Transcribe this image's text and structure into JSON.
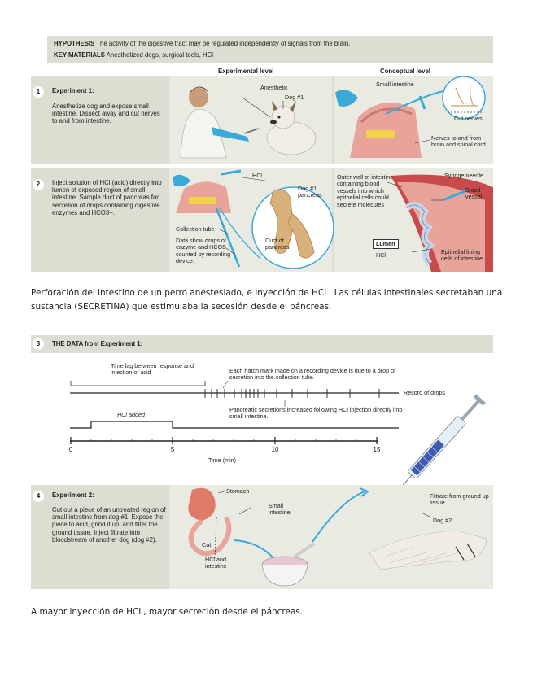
{
  "header": {
    "hypothesis_label": "HYPOTHESIS",
    "hypothesis_text": "The activity of the digestive tract may be regulated independently of signals from the brain.",
    "materials_label": "KEY MATERIALS",
    "materials_text": "Anesthetized dogs, surgical tools, HCl",
    "col_experimental": "Experimental level",
    "col_conceptual": "Conceptual level"
  },
  "step1": {
    "number": "1",
    "title": "Experiment 1:",
    "text": "Anesthetize dog and expose small intestine. Dissect away and cut nerves to and from intestine.",
    "labels": {
      "anesthetic": "Anesthetic",
      "dog1": "Dog #1",
      "small_intestine": "Small intestine",
      "cut_nerves": "Cut nerves",
      "nerves": "Nerves to and from brain and spinal cord"
    }
  },
  "step2": {
    "number": "2",
    "text": "Inject solution of HCl (acid) directly into lumen of exposed region of small intestine. Sample duct of pancreas for secretion of drops containing digestive enzymes and HCO3−.",
    "labels": {
      "hcl": "HCl",
      "dog1_pancreas": "Dog #1 pancreas",
      "collection_tube": "Collection tube",
      "data_show": "Data show drops of enzyme and HCO3− counted by recording device.",
      "duct": "Duct of pancreas",
      "outer_wall": "Outer wall of intestine containing blood vessels into which epithelial cells could secrete molecules",
      "syringe_needle": "Syringe needle",
      "blood_vessel": "Blood vessel",
      "lumen": "Lumen",
      "hcl2": "HCl",
      "epithelial": "Epithelial lining cells of intestine"
    }
  },
  "caption1": "Perforación del intestino de un perro anestesiado, e inyección de HCL. Las células intestinales secretaban una sustancia (SECRETINA) que estimulaba la secesión desde el páncreas.",
  "step3": {
    "number": "3",
    "title": "THE DATA from Experiment 1:",
    "time_lag": "Time lag between response and injection of acid",
    "hatch_note": "Each hatch mark made on a recording device is due to a drop of secretion into the collection tube.",
    "record_label": "Record of drops",
    "pancreatic_note": "Pancreatic secretions increased following HCl injection directly into small intestine.",
    "hcl_added": "HCl added",
    "axis_title": "Time (min)",
    "ticks": [
      "0",
      "5",
      "10",
      "15"
    ]
  },
  "step4": {
    "number": "4",
    "title": "Experiment 2:",
    "text": "Cut out a piece of an untreated region of small intestine from dog #1. Expose the piece to acid, grind it up, and filter the ground tissue. Inject filtrate into bloodstream of another dog (dog #2).",
    "labels": {
      "stomach": "Stomach",
      "small_intestine": "Small intestine",
      "cut": "Cut",
      "hcl_intestine": "HCl and intestine",
      "filtrate": "Filtrate from ground up tissue",
      "dog2": "Dog #2"
    }
  },
  "caption2": "A mayor inyección de HCL, mayor secreción desde el páncreas.",
  "colors": {
    "panel": "#dcded2",
    "accent_blue": "#3aa9d8",
    "tissue_pink": "#e8a49a",
    "pancreas_tan": "#d9b07a",
    "wall_red": "#c84a4a"
  }
}
